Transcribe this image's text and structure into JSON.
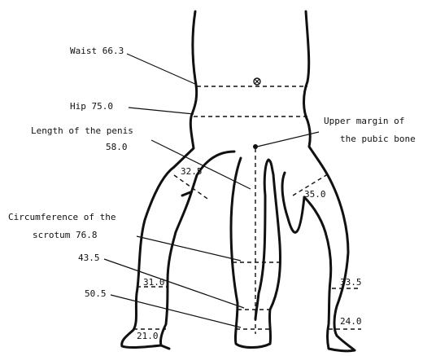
{
  "labels": {
    "waist": "Waist 66.3",
    "hip": "Hip 75.0",
    "penis_line1": "Length of the penis",
    "penis_line2": "58.0",
    "pubic_line1": "Upper margin of",
    "pubic_line2": "the pubic bone",
    "scrotum_line1": "Circumference of the",
    "scrotum_line2": "scrotum 76.8",
    "left_thigh": "32.5",
    "right_thigh": "35.0",
    "scrotum_lower1": "43.5",
    "scrotum_lower2": "50.5",
    "left_calf": "31.0",
    "right_calf": "33.5",
    "left_ankle": "21.0",
    "right_ankle": "24.0"
  }
}
